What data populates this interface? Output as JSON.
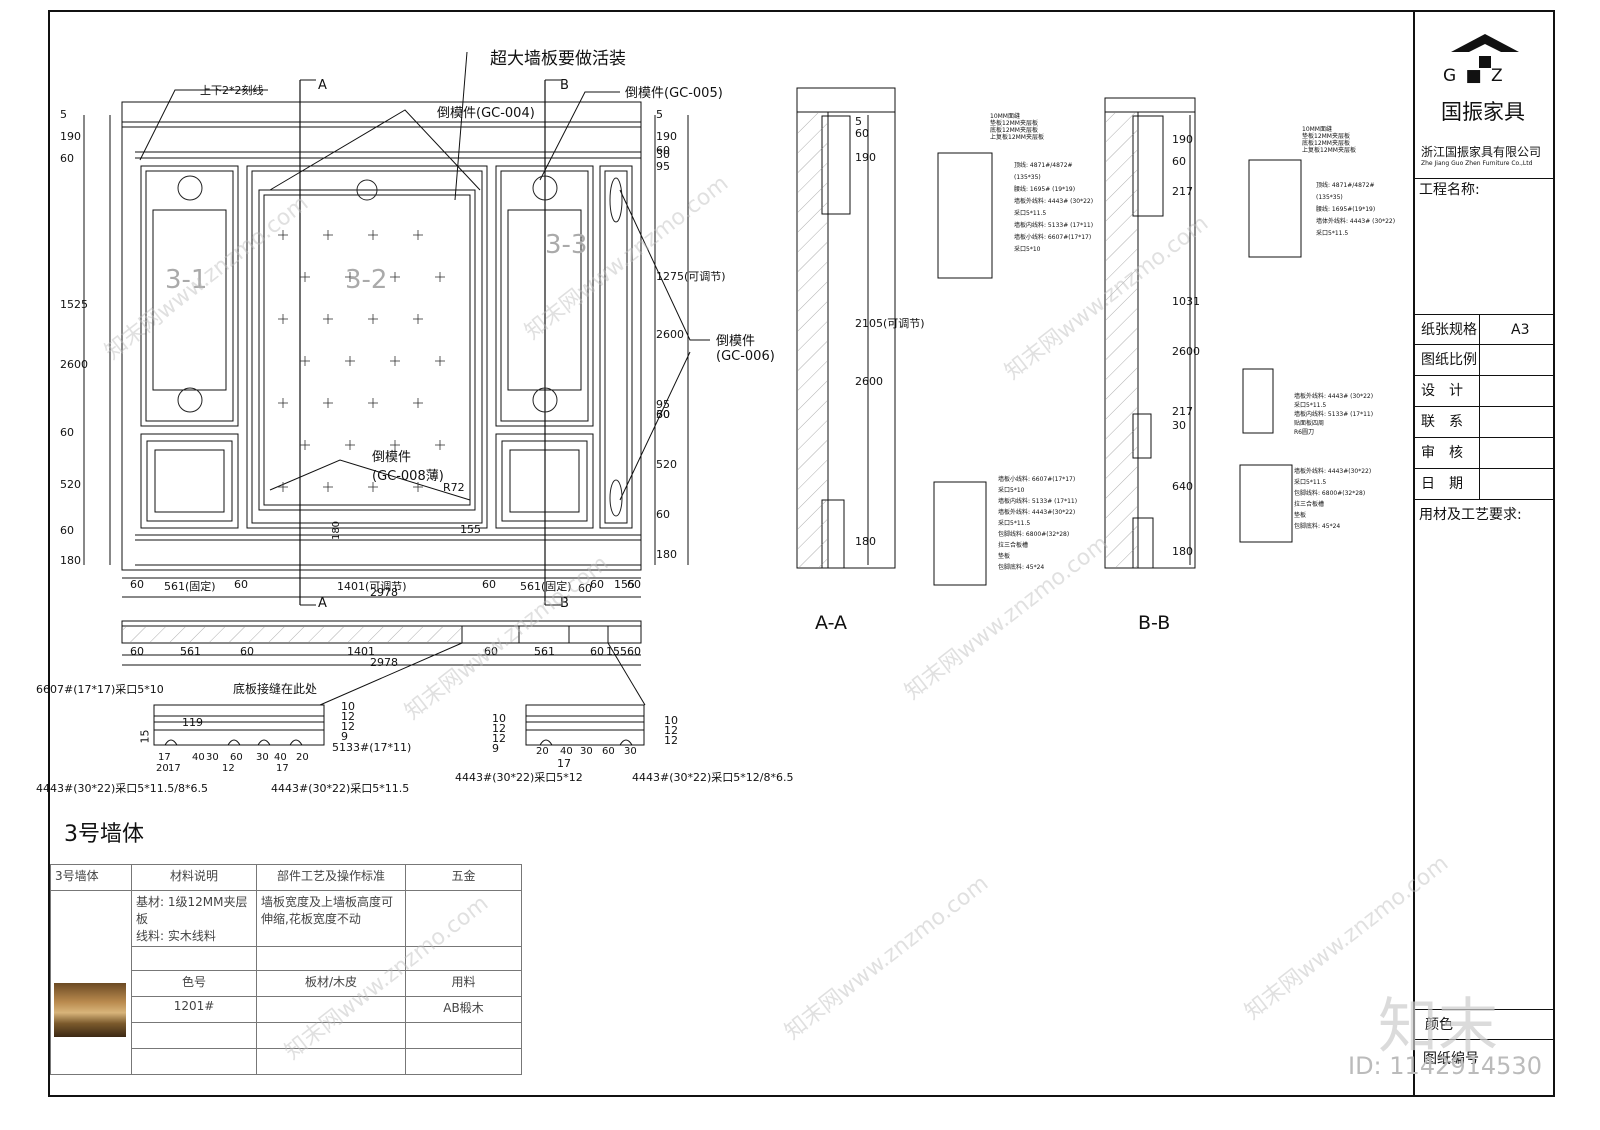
{
  "title_block": {
    "logo_letters": "G ■ Z",
    "logo_name": "国振家具",
    "company": "浙江国振家具有限公司",
    "company_en": "Zhe Jiang Guo Zhen Furniture Co.,Ltd",
    "project_label": "工程名称:",
    "paper_label": "纸张规格",
    "paper_value": "A3",
    "scale_label": "图纸比例",
    "design_label": "设　计",
    "contact_label": "联　系",
    "review_label": "审　核",
    "date_label": "日　期",
    "material_req_label": "用材及工艺要求:",
    "color_label": "颜色",
    "drawing_no_label": "图纸编号"
  },
  "elevation": {
    "note_top": "超大墙板要做活装",
    "note_groove": "上下2*2刻线",
    "callout_gc004": "倒模件(GC-004)",
    "callout_gc005": "倒模件(GC-005)",
    "callout_gc006": "倒模件\n(GC-006)",
    "callout_gc008": "倒模件\n(GC-008薄)",
    "panel_1": "3-1",
    "panel_2": "3-2",
    "panel_3": "3-3",
    "section_a": "A",
    "section_b": "B",
    "r72": "R72",
    "dim_155": "155",
    "dims_left": [
      "5",
      "190",
      "60",
      "1525",
      "2600",
      "60",
      "520",
      "60",
      "180"
    ],
    "dims_right": [
      "5",
      "190",
      "60",
      "95",
      "30",
      "1275(可调节)",
      "2600",
      "60",
      "95",
      "30",
      "520",
      "60",
      "180"
    ],
    "dims_bottom": [
      "60",
      "561(固定)",
      "60",
      "1401(可调节)",
      "60",
      "561(固定)",
      "60",
      "155",
      "60"
    ],
    "total_width": "2978",
    "dim_180_60": "180",
    "dim_60": "60"
  },
  "plan": {
    "dims": [
      "60",
      "561",
      "60",
      "1401",
      "60",
      "561",
      "60",
      "155",
      "60"
    ],
    "total": "2978"
  },
  "details": {
    "d1_left": "6607#(17*17)采口5*10",
    "d1_top": "底板接缝在此处",
    "d1_119": "119",
    "d1_15": "15",
    "d1_right": "5133#(17*11)",
    "d1_bottom_left": "4443#(30*22)采口5*11.5/8*6.5",
    "d1_bottom_right": "4443#(30*22)采口5*11.5",
    "d1_dims_right": [
      "10",
      "12",
      "12",
      "9"
    ],
    "d1_dims_bottom": [
      "17",
      "40",
      "30",
      "60",
      "30",
      "40",
      "20"
    ],
    "d1_dims_bottom2": [
      "20",
      "17",
      "12",
      "17"
    ],
    "d2_dims_left": [
      "10",
      "12",
      "12",
      "9"
    ],
    "d2_dims_right": [
      "10",
      "12",
      "12"
    ],
    "d2_dims_bottom": [
      "20",
      "40",
      "30",
      "60",
      "30"
    ],
    "d2_17": "17",
    "d2_bottom_left": "4443#(30*22)采口5*12",
    "d2_bottom_right": "4443#(30*22)采口5*12/8*6.5"
  },
  "section_aa": {
    "label": "A-A",
    "dims": [
      "5",
      "60",
      "190",
      "2105(可调节)",
      "2600",
      "180"
    ]
  },
  "section_bb": {
    "label": "B-B",
    "dims": [
      "190",
      "60",
      "217",
      "1031",
      "2600",
      "217",
      "30",
      "640",
      "180"
    ]
  },
  "detail_aa": {
    "top_notes": [
      "10MM面缝",
      "垫板12MM夹层板",
      "底板12MM夹层板",
      "上复板12MM夹层板"
    ],
    "notes": [
      "顶线: 4871#/4872#",
      "(135*35)",
      "腰线: 1695# (19*19)",
      "墙板外线料: 4443# (30*22)",
      "采口5*11.5",
      "墙板内线料: 5133# (17*11)",
      "墙板小线料: 6607#(17*17)",
      "采口5*10"
    ],
    "bottom_notes": [
      "墙板小线料: 6607#(17*17)",
      "采口5*10",
      "墙板内线料: 5133# (17*11)",
      "墙板外线料: 4443#(30*22)",
      "采口5*11.5",
      "包脚线料: 6800#(32*28)",
      "拉三合板槽",
      "垫板",
      "包脚底料: 45*24"
    ]
  },
  "detail_bb": {
    "top_notes": [
      "10MM面缝",
      "垫板12MM夹层板",
      "底板12MM夹层板",
      "上复板12MM夹层板"
    ],
    "notes": [
      "顶线: 4871#/4872#",
      "(135*35)",
      "腰线: 1695#(19*19)",
      "墙体外线料: 4443# (30*22)",
      "采口5*11.5"
    ],
    "mid_notes": [
      "墙板外线料: 4443# (30*22)",
      "采口5*11.5",
      "墙板内线料: 5133# (17*11)",
      "贴面板四周",
      "R6圆刀"
    ],
    "bottom_notes": [
      "墙板外线料: 4443#(30*22)",
      "采口5*11.5",
      "包脚线料: 6800#(32*28)",
      "拉三合板槽",
      "垫板",
      "包脚底料: 45*24"
    ]
  },
  "wall_title": "3号墙体",
  "material_table": {
    "h1": "3号墙体",
    "h2": "材料说明",
    "h3": "部件工艺及操作标准",
    "h4": "五金",
    "base": "基材: 1级12MM夹层板",
    "line": "线料: 实木线料",
    "craft": "墙板宽度及上墙板高度可伸缩,花板宽度不动",
    "c_color": "色号",
    "c_board": "板材/木皮",
    "c_use": "用料",
    "v_color": "1201#",
    "v_use": "AB椴木"
  },
  "watermark": "知末网www.znzmo.com",
  "brand": "知末",
  "id_text": "ID: 1142914530"
}
